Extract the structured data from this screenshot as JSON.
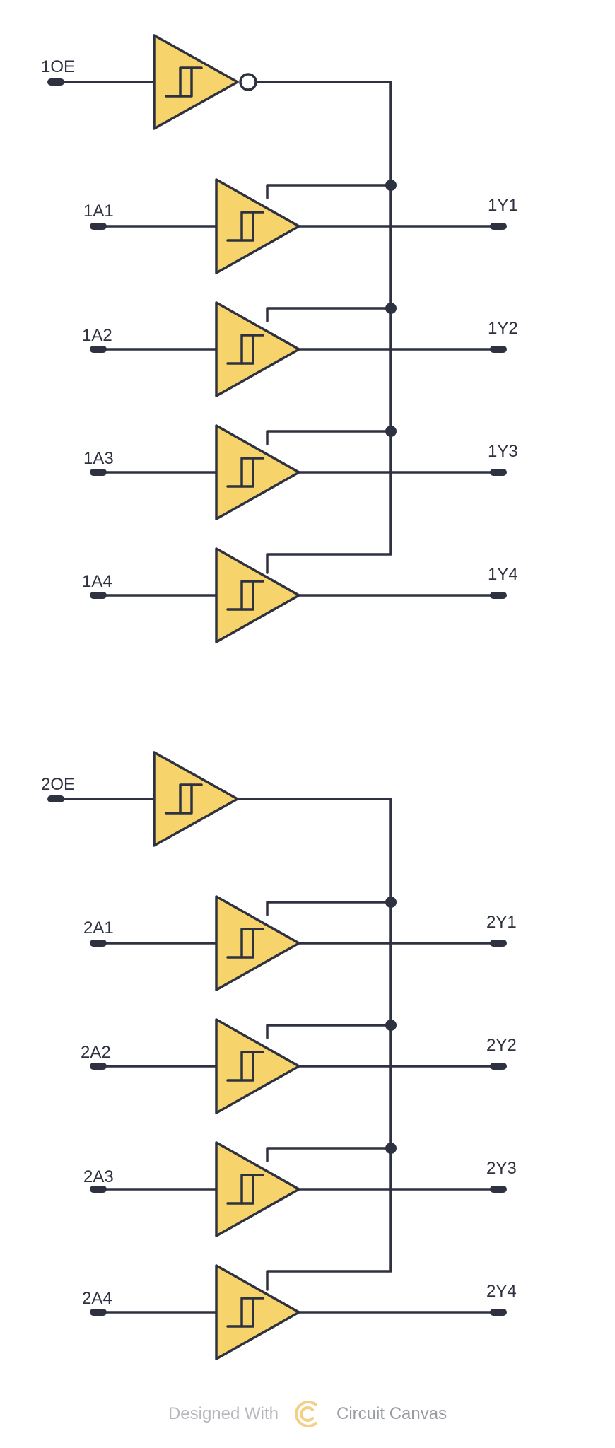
{
  "groups": [
    {
      "enable": {
        "label": "1OE",
        "inverted": true
      },
      "buffers": [
        {
          "input": "1A1",
          "output": "1Y1"
        },
        {
          "input": "1A2",
          "output": "1Y2"
        },
        {
          "input": "1A3",
          "output": "1Y3"
        },
        {
          "input": "1A4",
          "output": "1Y4"
        }
      ]
    },
    {
      "enable": {
        "label": "2OE",
        "inverted": false
      },
      "buffers": [
        {
          "input": "2A1",
          "output": "2Y1"
        },
        {
          "input": "2A2",
          "output": "2Y2"
        },
        {
          "input": "2A3",
          "output": "2Y3"
        },
        {
          "input": "2A4",
          "output": "2Y4"
        }
      ]
    }
  ],
  "footer": {
    "prefix": "Designed With",
    "brand": "Circuit Canvas",
    "logo_icon": "circuit-canvas-logo-icon"
  },
  "colors": {
    "gate_fill": "#f7d46b",
    "stroke": "#2e3140",
    "footer_text": "#b6b8be",
    "logo": "#f5cf86"
  }
}
